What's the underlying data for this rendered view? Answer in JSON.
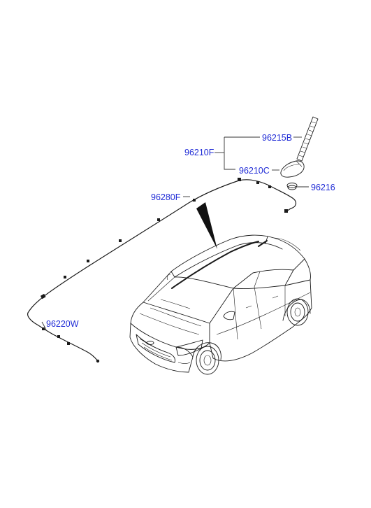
{
  "labels": {
    "p96215B": "96215B",
    "p96210F": "96210F",
    "p96210C": "96210C",
    "p96216": "96216",
    "p96280F": "96280F",
    "p96220W": "96220W"
  },
  "colors": {
    "label": "#1f2bd6",
    "line": "#1a1a1a",
    "background": "#ffffff"
  }
}
